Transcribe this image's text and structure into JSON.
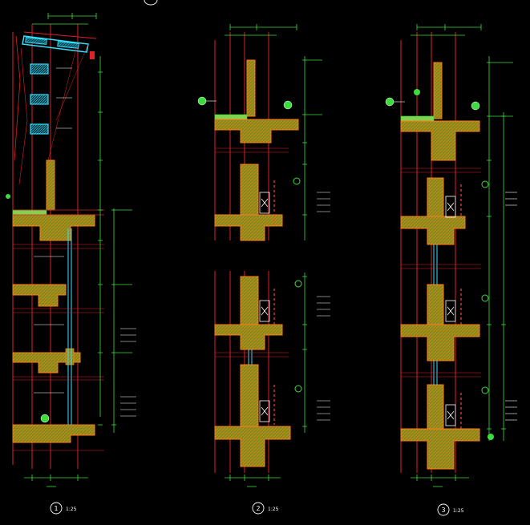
{
  "drawing": {
    "background": "#000000",
    "colors": {
      "axis": "#e0202a",
      "dimension": "#3ddc3d",
      "concrete": "#d4a017",
      "concrete_hatch": "#5c8a2f",
      "outline": "#ff7a1a",
      "glass": "#30e0ff",
      "label": "#ffffff",
      "insulation": "#7fd44f"
    },
    "details": [
      {
        "id": "1",
        "number": "1",
        "scale": "1:25"
      },
      {
        "id": "2",
        "number": "2",
        "scale": "1:25"
      },
      {
        "id": "3",
        "number": "3",
        "scale": "1:25"
      }
    ]
  }
}
